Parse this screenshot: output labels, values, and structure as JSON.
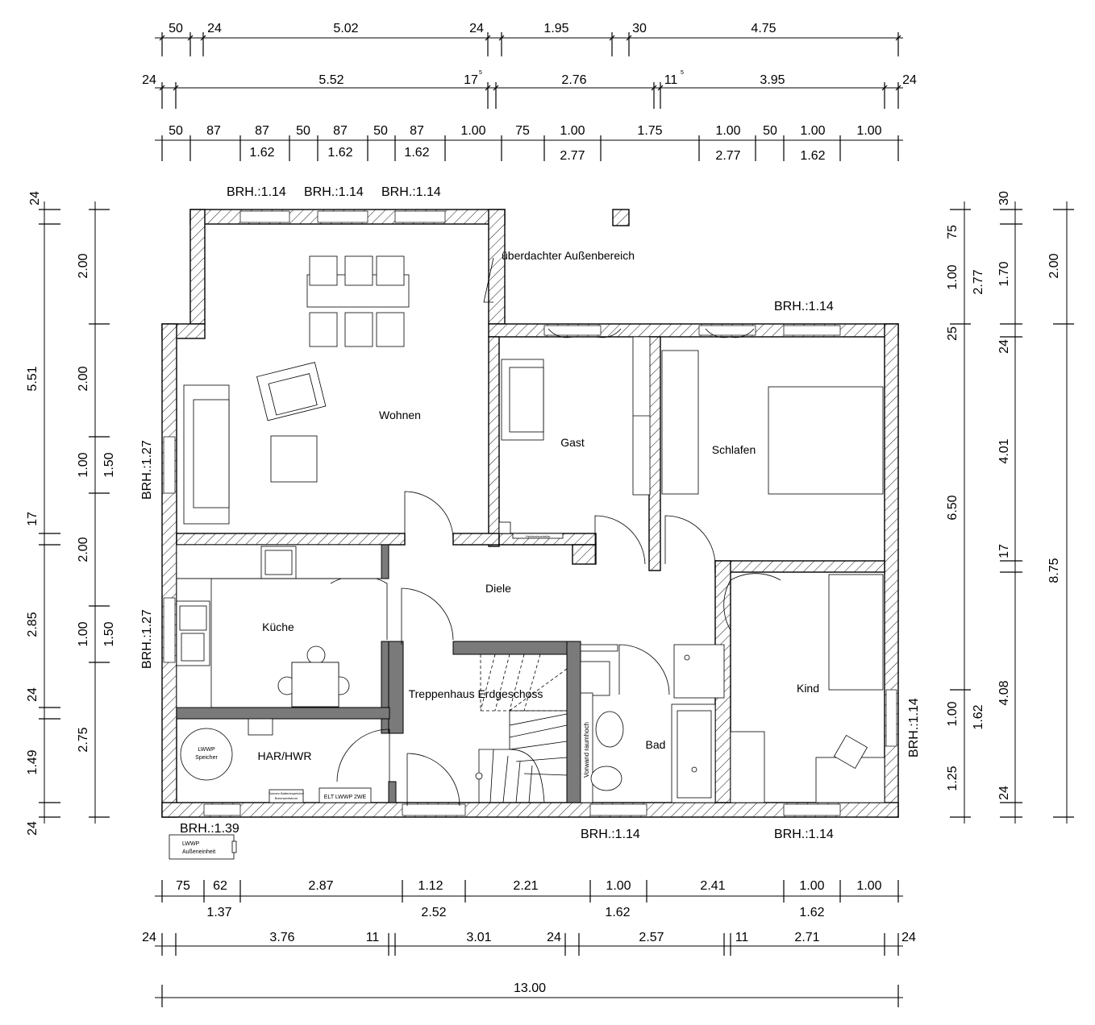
{
  "rooms": {
    "wohnen": "Wohnen",
    "gast": "Gast",
    "schlafen": "Schlafen",
    "diele": "Diele",
    "kueche": "Küche",
    "kind": "Kind",
    "treppenhaus": "Treppenhaus Erdgeschoss",
    "bad": "Bad",
    "har": "HAR/HWR",
    "aussen": "überdachter Außenbereich"
  },
  "labels": {
    "brh_top_1": "BRH.:1.14",
    "brh_top_2": "BRH.:1.14",
    "brh_top_3": "BRH.:1.14",
    "brh_right_upper": "BRH.:1.14",
    "brh_left_1": "BRH.:1.27",
    "brh_left_2": "BRH.:1.27",
    "brh_right_side": "BRH.:1.14",
    "brh_bottom_1": "BRH.:1.39",
    "brh_bottom_2": "BRH.:1.14",
    "brh_bottom_3": "BRH.:1.14",
    "sup5": "5",
    "speicher_1": "LWWP",
    "speicher_2": "Speicher",
    "aussen_1": "LWWP",
    "aussen_2": "Außeneinheit",
    "elt": "ELT LWWP 2WE",
    "vorwand": "Vorwand raumhoch",
    "heizkreis": "Heizkreisverteiler",
    "batt_1": "Sonnen Batteriespeicher",
    "batt_2": "Brennwertstrom"
  },
  "dims_top": {
    "row1": [
      "50",
      "24",
      "5.02",
      "24",
      "1.95",
      "30",
      "4.75"
    ],
    "row2": [
      "24",
      "5.52",
      "17",
      "2.76",
      "11",
      "3.95",
      "24"
    ],
    "row3a": [
      "50",
      "87",
      "87",
      "50",
      "87",
      "50",
      "87",
      "1.00",
      "75",
      "1.00",
      "1.75",
      "1.00",
      "50",
      "1.00",
      "1.00"
    ],
    "row3b": [
      "1.62",
      "1.62",
      "1.62",
      "2.77",
      "2.77",
      "1.62"
    ]
  },
  "dims_bottom": {
    "row1a": [
      "75",
      "62",
      "2.87",
      "1.12",
      "2.21",
      "1.00",
      "2.41",
      "1.00",
      "1.00"
    ],
    "row1b": [
      "1.37",
      "2.52",
      "1.62",
      "1.62"
    ],
    "row2": [
      "24",
      "3.76",
      "11",
      "3.01",
      "24",
      "2.57",
      "11",
      "2.71",
      "24"
    ],
    "total": "13.00"
  },
  "dims_left": {
    "outer": [
      "24",
      "5.51",
      "17",
      "2.85",
      "24",
      "1.49",
      "24"
    ],
    "inner": [
      "2.00",
      "2.00",
      "1.00",
      "1.50",
      "2.00",
      "1.00",
      "1.50",
      "2.75"
    ]
  },
  "dims_right": {
    "a": [
      "75",
      "1.00",
      "25",
      "1.00",
      "1.25"
    ],
    "b": [
      "30",
      "2.77",
      "1.70",
      "24",
      "4.01",
      "17",
      "1.62",
      "4.08",
      "24"
    ],
    "c": [
      "6.50"
    ],
    "d": [
      "2.00",
      "8.75"
    ]
  }
}
